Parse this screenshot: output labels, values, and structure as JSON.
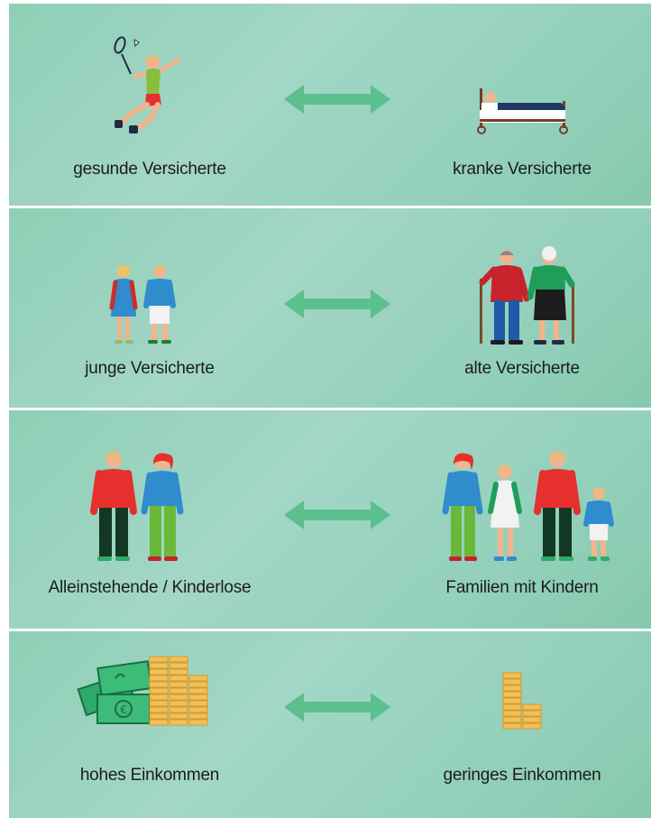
{
  "rows": [
    {
      "left_label": "gesunde Versicherte",
      "right_label": "kranke Versicherte"
    },
    {
      "left_label": "junge Versicherte",
      "right_label": "alte Versicherte"
    },
    {
      "left_label": "Alleinstehende / Kinderlose",
      "right_label": "Familien mit Kindern"
    },
    {
      "left_label": "hohes Einkommen",
      "right_label": "geringes Einkommen"
    }
  ],
  "euro_symbol": "€",
  "colors": {
    "panel_bg": "#98d3bd",
    "arrow": "#5bbf8e",
    "coin": "#f0c05a"
  }
}
